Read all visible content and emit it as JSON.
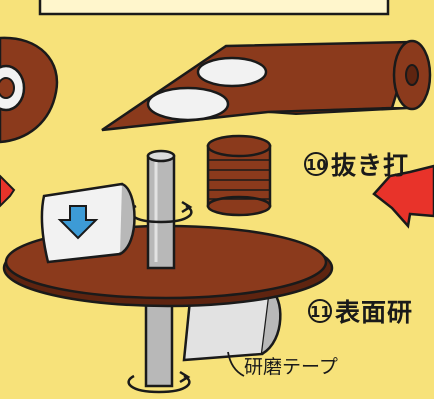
{
  "steps": [
    {
      "number": "10",
      "label": "抜き打"
    },
    {
      "number": "11",
      "label": "表面研"
    }
  ],
  "tape_label": "研磨テープ",
  "colors": {
    "background": "#f7e27a",
    "disk_brown": "#8b3a1c",
    "disk_dark": "#5e2410",
    "outline": "#1a1a1a",
    "hole_white": "#f2f2f2",
    "arrow_red": "#e8332a",
    "arrow_blue": "#3d9bd6",
    "spindle_gray": "#b8b8b8"
  },
  "icons": [
    "blue-down-arrow-icon",
    "red-arrow-icon",
    "rotation-arrow-icon"
  ]
}
